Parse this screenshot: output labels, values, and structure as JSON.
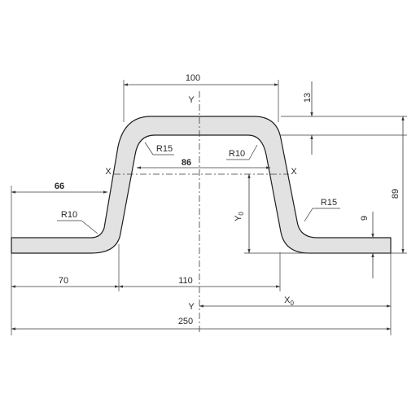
{
  "dimensions": {
    "top_width": "100",
    "inner_width": "86",
    "left_flange": "66",
    "left_offset": "70",
    "base_width": "110",
    "overall_width": "250",
    "flange_offset": "13",
    "height": "89",
    "thickness": "9"
  },
  "radii": {
    "top_left": "R15",
    "top_right": "R10",
    "bottom_left": "R10",
    "bottom_right": "R15"
  },
  "axes": {
    "x_left": "X",
    "x_right": "X",
    "y_top": "Y",
    "y_bottom": "Y",
    "y0": "Y",
    "y0_sub": "0",
    "x0": "X",
    "x0_sub": "0"
  }
}
